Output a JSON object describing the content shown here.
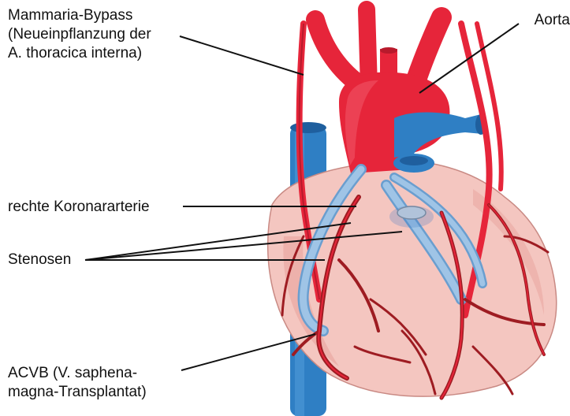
{
  "labels": {
    "mammaria": {
      "line1": "Mammaria-Bypass",
      "line2": "(Neueinpflanzung der",
      "line3": "A. thoracica interna)"
    },
    "aorta": "Aorta",
    "rca": "rechte Koronararterie",
    "stenosen": "Stenosen",
    "acvb": {
      "line1": "ACVB (V. saphena-",
      "line2": "magna-Transplantat)"
    }
  },
  "colors": {
    "artery_red": "#e6253a",
    "artery_dark": "#b81a2c",
    "vein_blue": "#2f7fc4",
    "vein_dark": "#1f5f9e",
    "heart_pink": "#f4c6c0",
    "heart_shade": "#e9a8a2",
    "graft_light_blue": "#9fc4e6",
    "vessel_dark_red": "#8f1a1a",
    "leader_line": "#111111"
  }
}
